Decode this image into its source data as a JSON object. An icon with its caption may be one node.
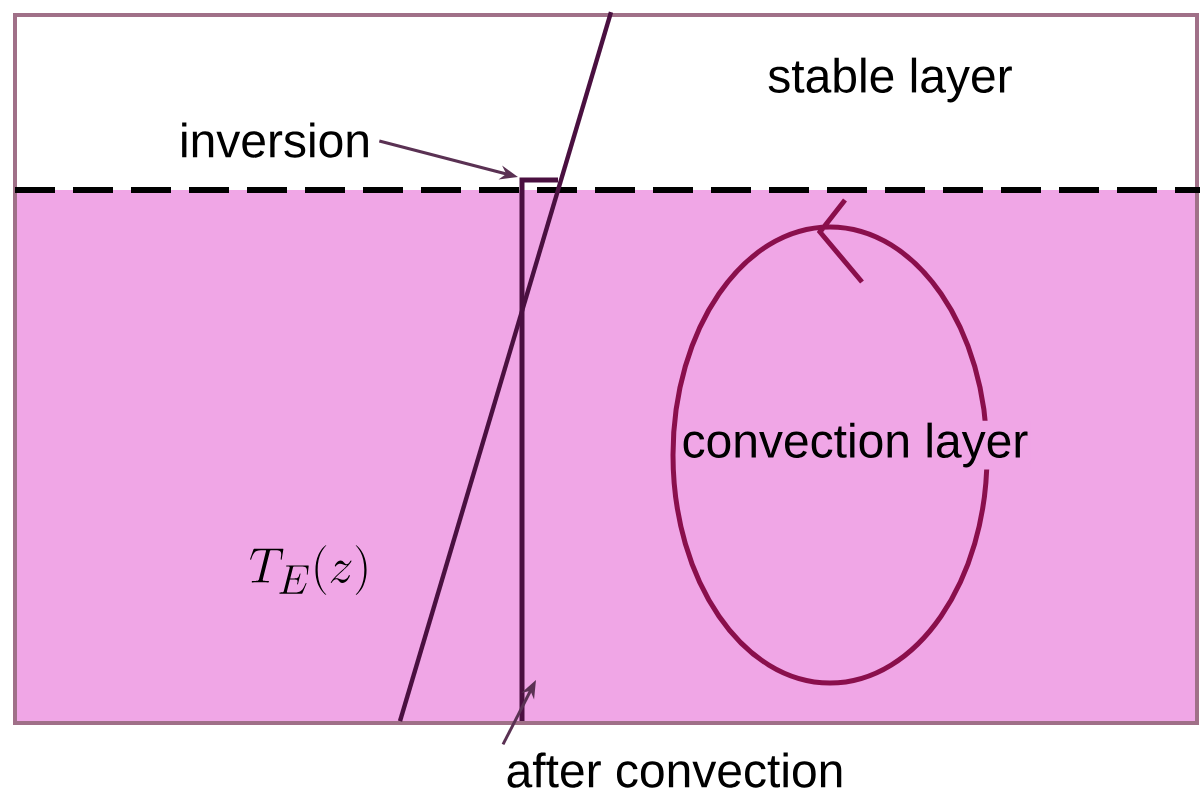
{
  "diagram": {
    "nodes": [
      {
        "text": [
          "stable layer"
        ]
      },
      {
        "text": [
          "convection layer"
        ]
      },
      {
        "text": [
          "inversion"
        ]
      },
      {
        "text": [
          "after convection"
        ]
      }
    ],
    "edges": [
      {
        "from": 2,
        "to": null,
        "arrow": "to"
      },
      {
        "from": 3,
        "to": null,
        "arrow": "to"
      }
    ],
    "labels": [
      "T_E(z)"
    ]
  }
}
